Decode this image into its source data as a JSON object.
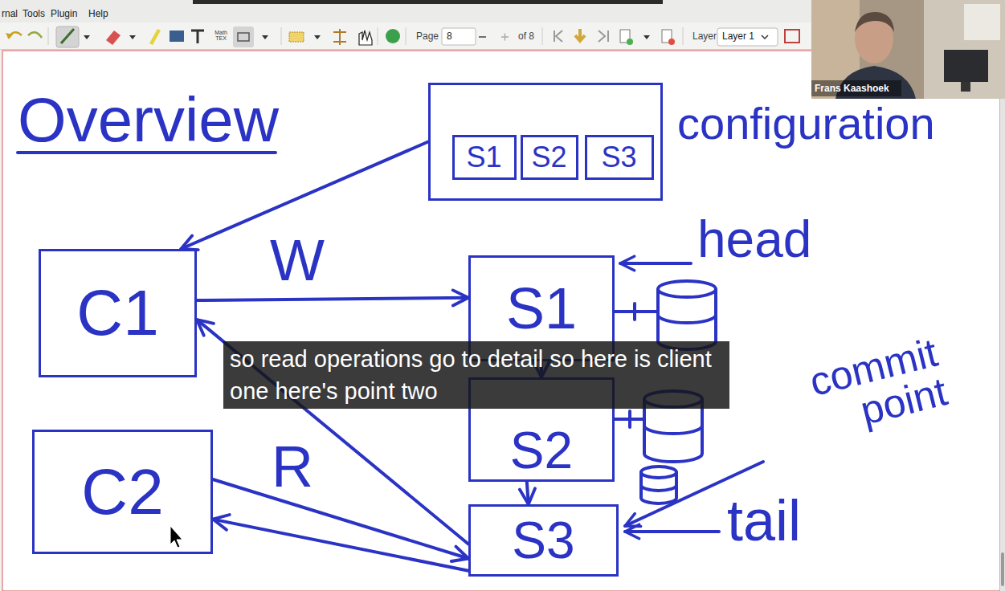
{
  "diagram": {
    "title": "Overview",
    "caption": "so read operations go to detail so here is client one here's point two",
    "nodes": [
      {
        "text": [
          "configuration"
        ]
      },
      {
        "text": [
          "S1"
        ],
        "in": 0
      },
      {
        "text": [
          "S2"
        ],
        "in": 0
      },
      {
        "text": [
          "S3"
        ],
        "in": 0
      },
      {
        "text": [
          "C1"
        ]
      },
      {
        "text": [
          "S1"
        ]
      },
      {
        "text": [
          "S2"
        ]
      },
      {
        "text": [
          "C2"
        ]
      },
      {
        "text": [
          "S3"
        ]
      }
    ],
    "edges": [
      {
        "from": 0,
        "to": 4,
        "arrow": "to"
      },
      {
        "from": 4,
        "to": 5,
        "label": "W",
        "arrow": "to"
      },
      {
        "from": 5,
        "to": 6,
        "arrow": "to"
      },
      {
        "from": 6,
        "to": 8,
        "arrow": "to"
      },
      {
        "from": 8,
        "to": 4,
        "arrow": "to"
      },
      {
        "from": 7,
        "to": 8,
        "label": "R",
        "arrow": "to"
      },
      {
        "from": 8,
        "to": 7,
        "arrow": "to"
      }
    ],
    "labels": [
      "rnal",
      "Tools",
      "Plugin",
      "Help",
      "Math TEX",
      "Page",
      "8",
      "of 8",
      "Layer",
      "Layer 1",
      "head",
      "commit point",
      "tail",
      "Frans Kaashoek"
    ]
  }
}
